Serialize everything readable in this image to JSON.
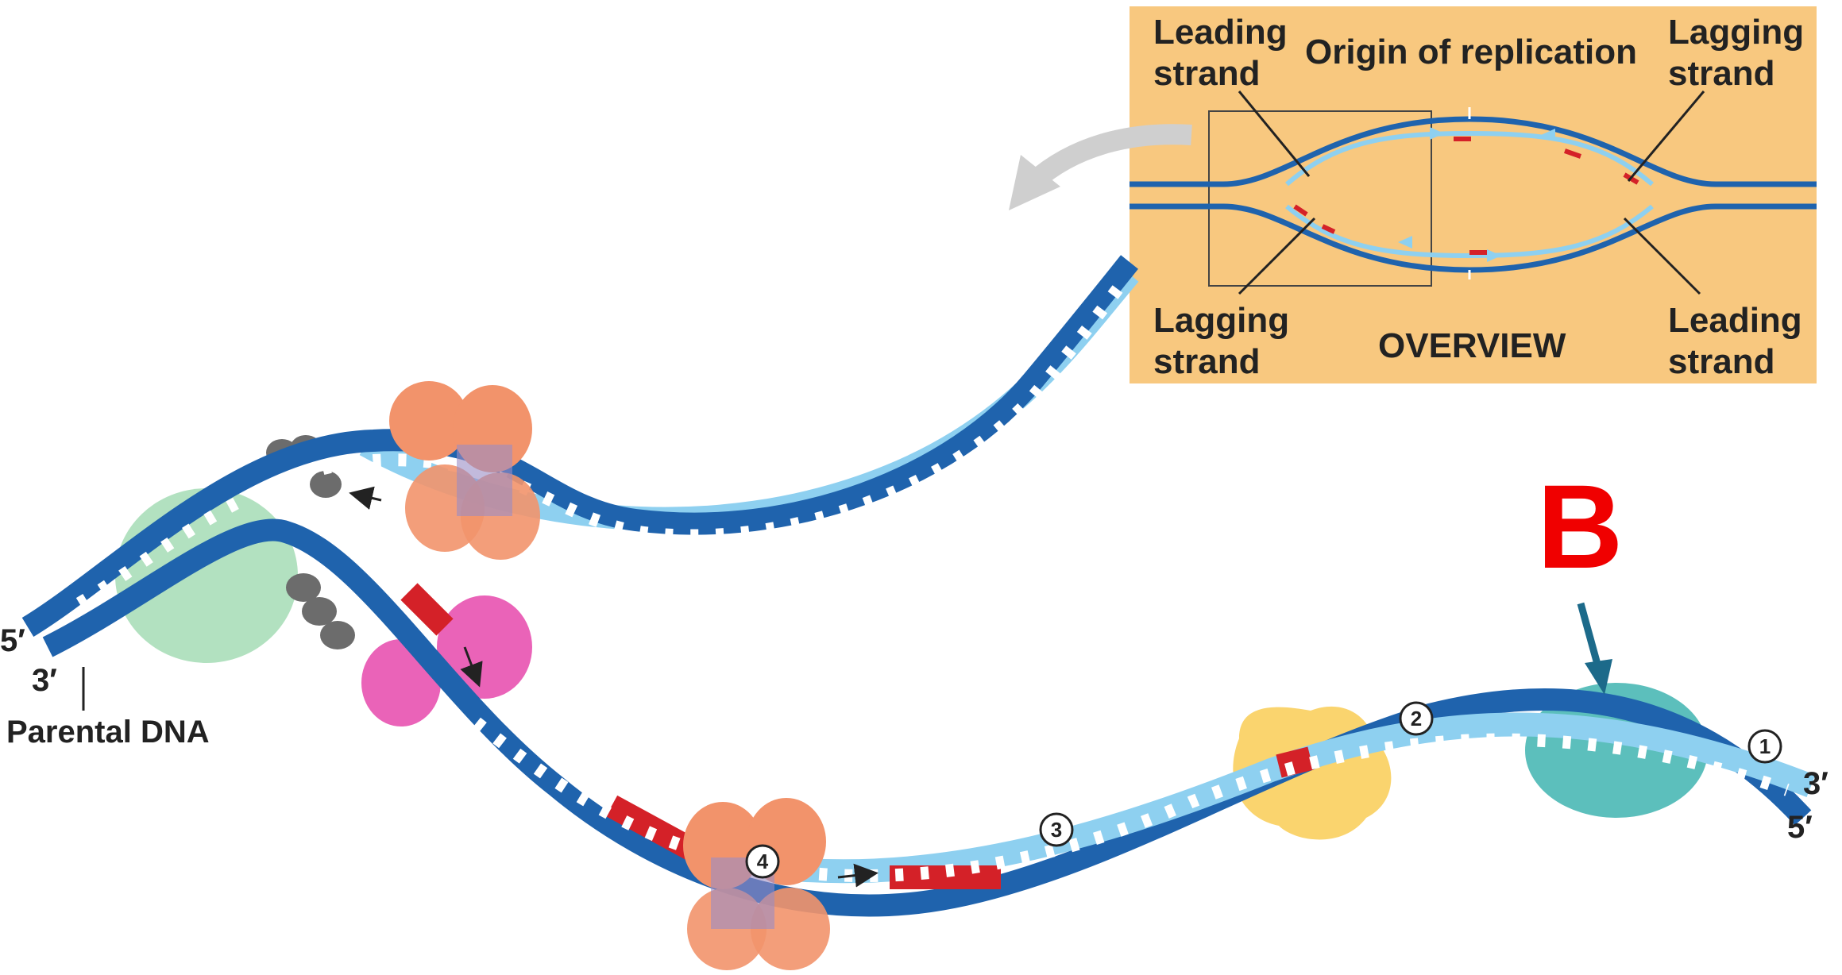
{
  "diagram": {
    "inset": {
      "leading_strand_top_left": [
        "Leading",
        "strand"
      ],
      "origin_label": "Origin of replication",
      "lagging_strand_top_right": [
        "Lagging",
        "strand"
      ],
      "lagging_strand_bottom_left": [
        "Lagging",
        "strand"
      ],
      "overview_label": "OVERVIEW",
      "leading_strand_bottom_right": [
        "Leading",
        "strand"
      ]
    },
    "end_labels": {
      "top_left_five_prime": "5′",
      "top_left_three_prime": "3′",
      "parental_dna": "Parental DNA",
      "right_three_prime": "3′",
      "right_five_prime": "5′"
    },
    "steps": [
      "1",
      "2",
      "3",
      "4"
    ],
    "marker": {
      "text": "B",
      "color": "#f00000"
    },
    "colors": {
      "parental_strand": "#1f63ad",
      "new_strand": "#8ed0f0",
      "primer": "#d42128",
      "inset_bg": "#f8c87f",
      "arrow": "#1c6a8a"
    }
  }
}
